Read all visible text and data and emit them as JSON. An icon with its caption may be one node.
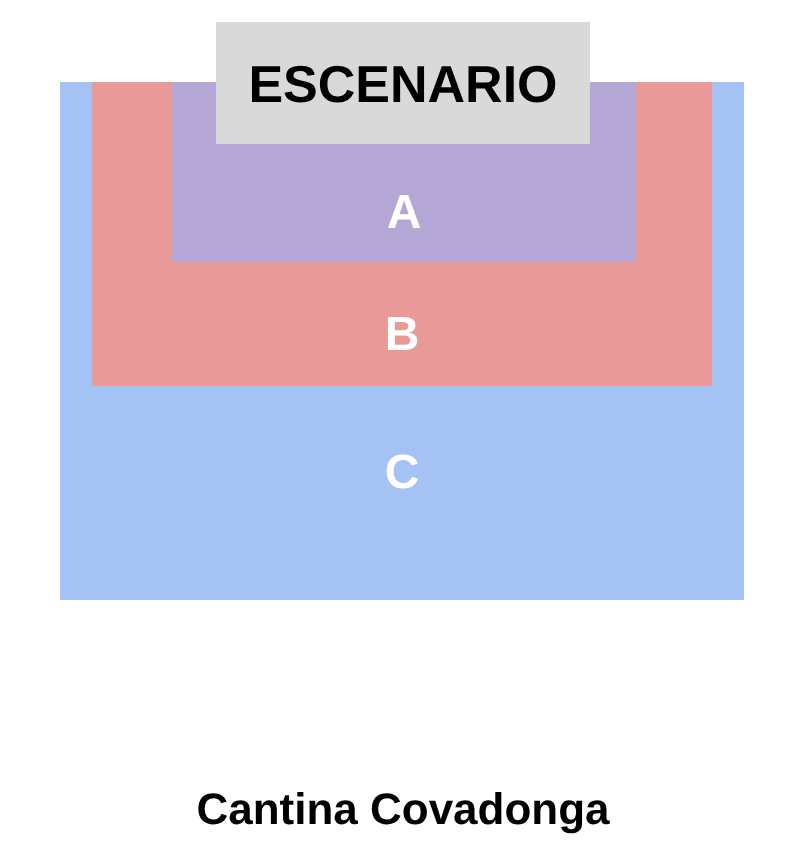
{
  "diagram": {
    "title": "Cantina Covadonga",
    "nodes": [
      {
        "text": [
          "ESCENARIO"
        ]
      },
      {
        "text": [
          "C"
        ]
      },
      {
        "text": [
          "B"
        ],
        "in": 1
      },
      {
        "text": [
          "A"
        ],
        "in": 2
      }
    ]
  }
}
